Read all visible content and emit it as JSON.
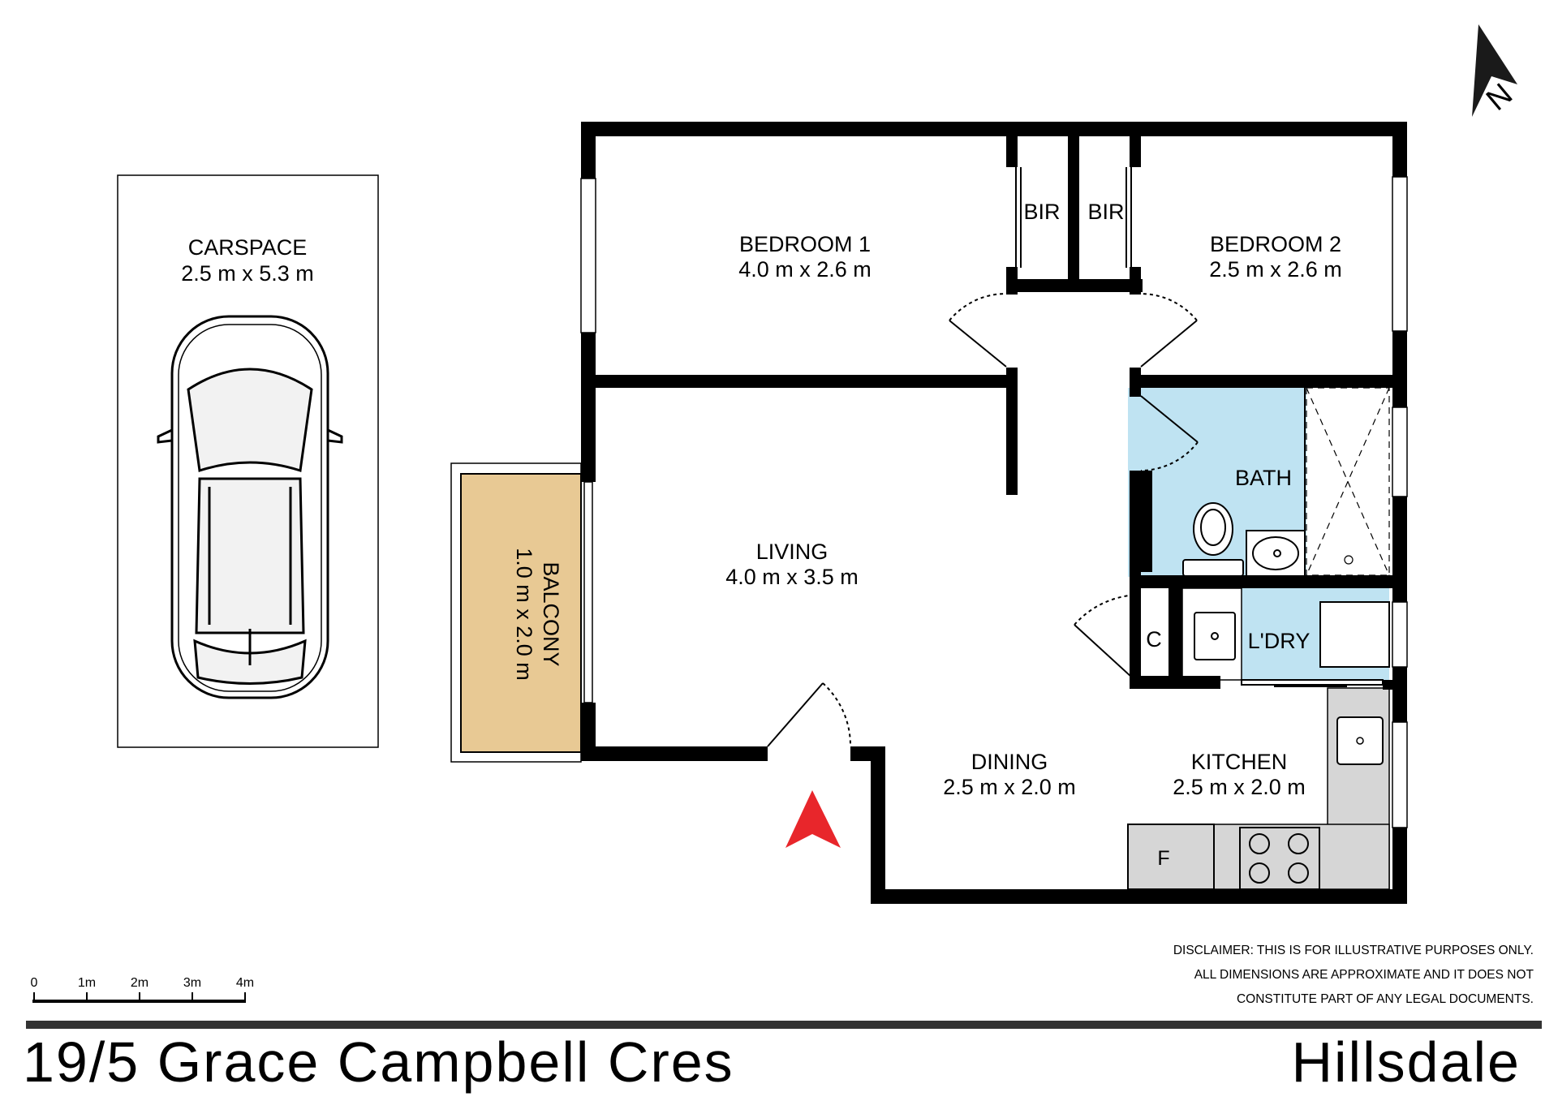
{
  "carspace": {
    "name": "CARSPACE",
    "dims": "2.5 m x 5.3 m"
  },
  "rooms": {
    "bedroom1": {
      "name": "BEDROOM 1",
      "dims": "4.0 m x 2.6 m"
    },
    "bedroom2": {
      "name": "BEDROOM 2",
      "dims": "2.5 m x 2.6 m"
    },
    "bir": "BIR",
    "living": {
      "name": "LIVING",
      "dims": "4.0 m x 3.5 m"
    },
    "balcony": {
      "name": "BALCONY",
      "dims": "1.0 m x 2.0 m"
    },
    "bath": "BATH",
    "cupboard": "C",
    "laundry": "L'DRY",
    "dining": {
      "name": "DINING",
      "dims": "2.5 m x 2.0 m"
    },
    "kitchen": {
      "name": "KITCHEN",
      "dims": "2.5 m x 2.0 m"
    },
    "fridge": "F"
  },
  "compass": {
    "label": "N"
  },
  "disclaimer": [
    "DISCLAIMER: THIS IS FOR ILLUSTRATIVE PURPOSES ONLY.",
    "ALL DIMENSIONS ARE APPROXIMATE AND IT DOES NOT",
    "CONSTITUTE PART OF ANY LEGAL DOCUMENTS."
  ],
  "scale_bar": {
    "ticks": [
      "0",
      "1m",
      "2m",
      "3m",
      "4m"
    ]
  },
  "footer": {
    "address": "19/5 Grace Campbell Cres",
    "suburb": "Hillsdale"
  },
  "colors": {
    "wall": "#000000",
    "wet_area": "#bfe3f2",
    "balcony": "#e8c994",
    "kitchen_bench": "#d6d6d6",
    "entry_arrow": "#e8262b"
  }
}
